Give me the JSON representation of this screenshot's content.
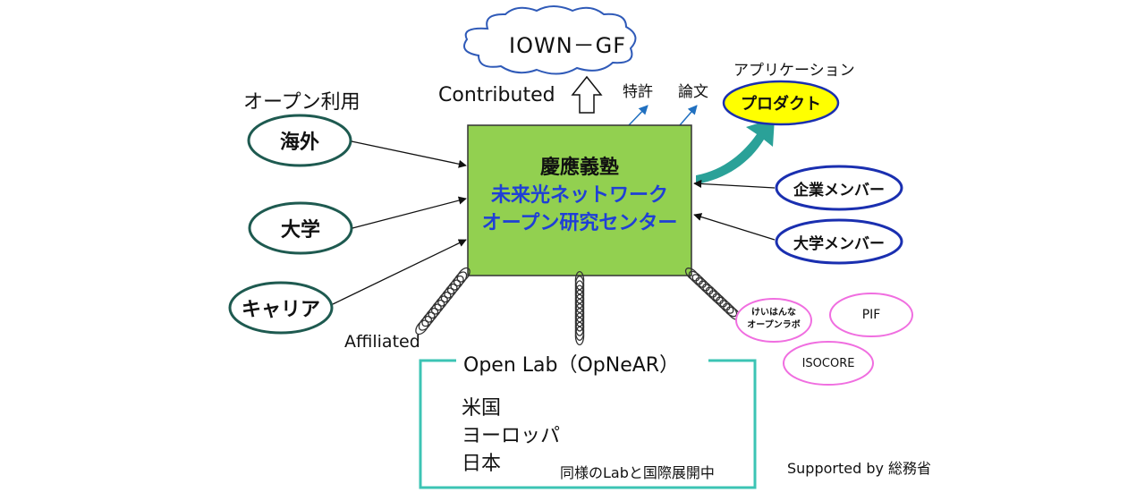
{
  "cloud": {
    "label": "IOWN－GF"
  },
  "contributed": {
    "label": "Contributed"
  },
  "outputs": {
    "patent": "特許",
    "paper": "論文"
  },
  "application": {
    "caption": "アプリケーション",
    "product": "プロダクト"
  },
  "open_use": {
    "caption": "オープン利用",
    "items": [
      "海外",
      "大学",
      "キャリア"
    ]
  },
  "center": {
    "line1": "慶應義塾",
    "line2": "未来光ネットワーク",
    "line3": "オープン研究センター"
  },
  "members": {
    "corporate": "企業メンバー",
    "university": "大学メンバー"
  },
  "affiliated": {
    "label": "Affiliated"
  },
  "partners": {
    "keihanna_1": "けいはんな",
    "keihanna_2": "オープンラボ",
    "pif": "PIF",
    "isocore": "ISOCORE"
  },
  "open_lab": {
    "title": "Open Lab（OpNeAR）",
    "regions": [
      "米国",
      "ヨーロッパ",
      "日本"
    ],
    "note": "同様のLabと国際展開中"
  },
  "supported": {
    "label": "Supported by 総務省"
  },
  "colors": {
    "center_fill": "#92d050",
    "center_blue": "#1f3fd6",
    "oval_green": "#1e5a50",
    "oval_blue": "#1a2fb0",
    "product_fill": "#ffff00",
    "arrow_teal": "#2aa198",
    "pink": "#f06ee0",
    "lab_border": "#3cc4b4",
    "cloud_border": "#2f5ab8"
  }
}
